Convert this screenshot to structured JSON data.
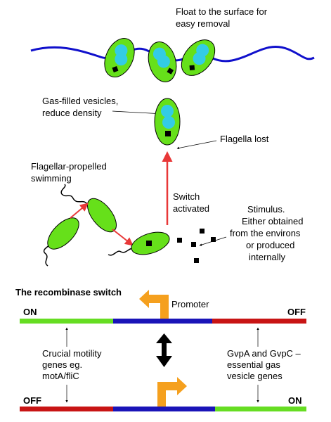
{
  "top": {
    "caption_line1": "Float to the surface for",
    "caption_line2": "easy removal"
  },
  "middle": {
    "vesicles_line1": "Gas-filled vesicles,",
    "vesicles_line2": "reduce density",
    "flagella_lost": "Flagella lost",
    "swimming_line1": "Flagellar-propelled",
    "swimming_line2": "swimming",
    "switch_line1": "Switch",
    "switch_line2": "activated",
    "stimulus_line1": "Stimulus.",
    "stimulus_line2": "Either obtained",
    "stimulus_line3": "from the environs",
    "stimulus_line4": "or produced",
    "stimulus_line5": "internally"
  },
  "switch": {
    "title": "The recombinase switch",
    "promoter": "Promoter",
    "top_left_state": "ON",
    "top_right_state": "OFF",
    "bottom_left_state": "OFF",
    "bottom_right_state": "ON",
    "motility_line1": "Crucial motility",
    "motility_line2": "genes eg.",
    "motility_line3": "motA/fliC",
    "gvp_line1": "GvpA and GvpC –",
    "gvp_line2": "essential gas",
    "gvp_line3": "vesicle genes"
  },
  "colors": {
    "cell_green": "#66e01a",
    "vesicle_cyan": "#33cce6",
    "water_blue": "#1010cc",
    "red_arrow": "#e83838",
    "promoter_orange": "#f5a01e",
    "bar_green": "#66dd22",
    "bar_blue": "#1a14b8",
    "bar_red": "#c81414"
  }
}
